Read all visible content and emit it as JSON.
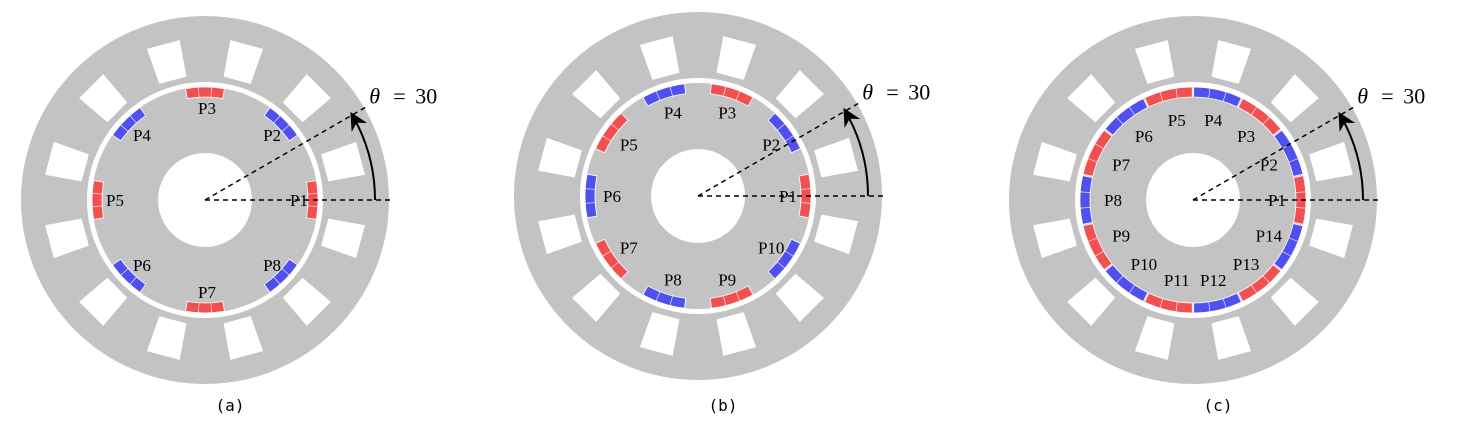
{
  "colors": {
    "stator": "#c3c3c3",
    "background": "#ffffff",
    "magnet_red": "#f25050",
    "magnet_blue": "#5050ee",
    "line": "#000000"
  },
  "angle_annotation": {
    "symbol": "θ",
    "equals": "=",
    "value": "30"
  },
  "stator_slots": 12,
  "panels": [
    {
      "caption": "(a)",
      "pole_count": 8,
      "magnet_fraction": 0.44,
      "poles": [
        {
          "label": "P1",
          "polarity": "red"
        },
        {
          "label": "P2",
          "polarity": "blue"
        },
        {
          "label": "P3",
          "polarity": "red"
        },
        {
          "label": "P4",
          "polarity": "blue"
        },
        {
          "label": "P5",
          "polarity": "red"
        },
        {
          "label": "P6",
          "polarity": "blue"
        },
        {
          "label": "P7",
          "polarity": "red"
        },
        {
          "label": "P8",
          "polarity": "blue"
        }
      ]
    },
    {
      "caption": "(b)",
      "pole_count": 10,
      "magnet_fraction": 0.62,
      "poles": [
        {
          "label": "P1",
          "polarity": "red"
        },
        {
          "label": "P2",
          "polarity": "blue"
        },
        {
          "label": "P3",
          "polarity": "red"
        },
        {
          "label": "P4",
          "polarity": "blue"
        },
        {
          "label": "P5",
          "polarity": "red"
        },
        {
          "label": "P6",
          "polarity": "blue"
        },
        {
          "label": "P7",
          "polarity": "red"
        },
        {
          "label": "P8",
          "polarity": "blue"
        },
        {
          "label": "P9",
          "polarity": "red"
        },
        {
          "label": "P10",
          "polarity": "blue"
        }
      ]
    },
    {
      "caption": "(c)",
      "pole_count": 14,
      "magnet_fraction": 0.97,
      "poles": [
        {
          "label": "P1",
          "polarity": "red"
        },
        {
          "label": "P2",
          "polarity": "blue"
        },
        {
          "label": "P3",
          "polarity": "red"
        },
        {
          "label": "P4",
          "polarity": "blue"
        },
        {
          "label": "P5",
          "polarity": "red"
        },
        {
          "label": "P6",
          "polarity": "blue"
        },
        {
          "label": "P7",
          "polarity": "red"
        },
        {
          "label": "P8",
          "polarity": "blue"
        },
        {
          "label": "P9",
          "polarity": "red"
        },
        {
          "label": "P10",
          "polarity": "blue"
        },
        {
          "label": "P11",
          "polarity": "red"
        },
        {
          "label": "P12",
          "polarity": "blue"
        },
        {
          "label": "P13",
          "polarity": "red"
        },
        {
          "label": "P14",
          "polarity": "blue"
        }
      ]
    }
  ]
}
